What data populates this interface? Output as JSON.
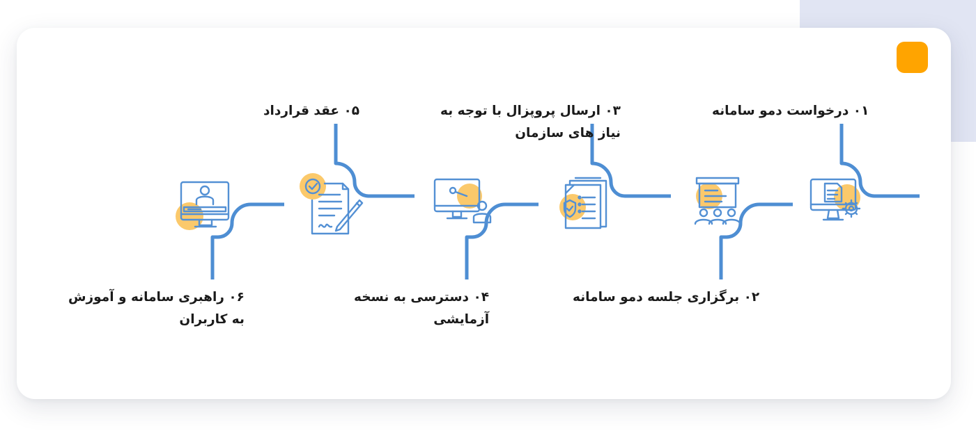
{
  "colors": {
    "connector": "#4e8ed3",
    "icon_stroke": "#5390d4",
    "highlight": "#ffa400",
    "highlight_soft": "#fbc96b",
    "text": "#1a1a1a",
    "background_blob": "#e1e5f3"
  },
  "steps": [
    {
      "number": "۰۱",
      "title": "درخواست دمو سامانه",
      "icon": "computer-gear-icon"
    },
    {
      "number": "۰۲",
      "title": "برگزاری جلسه دمو سامانه",
      "icon": "presentation-meeting-icon"
    },
    {
      "number": "۰۳",
      "title": "ارسال پروپزال با توجه به",
      "title_line2": "نیاز های سازمان",
      "icon": "document-shield-icon"
    },
    {
      "number": "۰۴",
      "title": "دسترسی به نسخه",
      "title_line2": "آزمایشی",
      "icon": "monitor-user-icon"
    },
    {
      "number": "۰۵",
      "title": "عقد قرارداد",
      "icon": "contract-signature-icon"
    },
    {
      "number": "۰۶",
      "title": "راهبری سامانه و آموزش",
      "title_line2": "به کاربران",
      "icon": "online-training-icon"
    }
  ]
}
